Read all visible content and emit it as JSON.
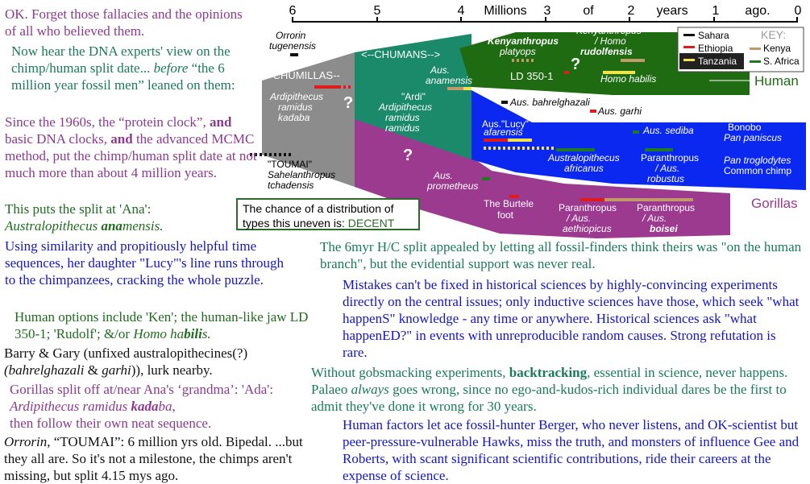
{
  "axis": {
    "ticks": [
      "6",
      "5",
      "4",
      "3",
      "2",
      "1",
      "0"
    ],
    "label_parts": [
      "Millions",
      "of",
      "years",
      "ago."
    ]
  },
  "diagram": {
    "branches": {
      "chumillas": "--CHUMILLAS--",
      "chumans": "<--CHUMANS-->",
      "human": "Human",
      "gorillas": "Gorillas"
    },
    "taxa": {
      "orrorin": [
        "Orrorin",
        "tugenensis"
      ],
      "toumai": [
        "\"TOUMAI\"",
        "Sahelanthropus",
        "tchadensis"
      ],
      "kadaba": [
        "Ardipithecus",
        "ramidus",
        "kadaba"
      ],
      "ardi": [
        "\"Ardi\"",
        "Ardipithecus",
        "ramidus",
        "ramidus"
      ],
      "anamensis": [
        "Aus.",
        "anamensis"
      ],
      "ken": [
        "Kenyanthropus",
        "platyops"
      ],
      "rudolf": [
        "Kenyanthropus",
        "/ Homo",
        "rudolfensis"
      ],
      "ld": "LD 350-1",
      "habilis": "Homo habilis",
      "bahrel": "Aus. bahrelghazali",
      "garhi": "Aus. garhi",
      "lucy": [
        "Aus.\"Lucy\"",
        "afarensis"
      ],
      "sediba": "Aus. sediba",
      "africanus": [
        "Australopithecus",
        "africanus"
      ],
      "robustus": [
        "Paranthropus",
        "/ Aus.",
        "robustus"
      ],
      "bonobo": [
        "Bonobo",
        "Pan paniscus"
      ],
      "common": [
        "Pan troglodytes",
        "Common chimp"
      ],
      "prometheus": [
        "Aus.",
        "prometheus"
      ],
      "burtele": [
        "The Burtele",
        "foot"
      ],
      "aethiopicus": [
        "Paranthropus",
        "/ Aus.",
        "aethiopicus"
      ],
      "boisei": [
        "Paranthropus",
        "/ Aus.",
        "boisei"
      ],
      "q": "?"
    },
    "key": {
      "title": "KEY:",
      "items": [
        "Sahara",
        "Ethiopia",
        "Tanzania",
        "Kenya",
        "S. Africa"
      ],
      "colors": {
        "sahara": "#111111",
        "ethiopia": "#e01b1b",
        "tanzania": "#f4e24a",
        "kenya": "#c19a6b",
        "safrica": "#1f7a1f"
      }
    },
    "colors": {
      "human": "#1f6b12",
      "chimp": "#0a28f0",
      "gorilla": "#9b3a8f",
      "chumans": "#1a8a6a",
      "chumillas": "#8c8c8c"
    }
  },
  "box": {
    "line1": "The chance of a distribution of",
    "line2": "types this uneven is:",
    "value": "DECENT"
  },
  "left": {
    "p1": "OK.  Forget those fallacies and the opinions of all who believed them.",
    "p2a": "Now hear the DNA experts' view on the chimp/human split date...",
    "p2b": "before",
    "p2c": " “the 6 million year fossil men” leaned on them:",
    "p3a": "Since the 1960s, the “protein clock”,",
    "p3b": "and",
    "p3c": " basic DNA clocks,",
    "p3d": "and",
    "p3e": " the advanced MCMC method, put the chimp/human split date at not much more than about 4 million years.",
    "p4a": "This puts the split at 'Ana':",
    "p4b": "Australopithecus",
    "p4c": "ana",
    "p4d": "mensis.",
    "p5": "Using similarity and propitiously helpful time sequences, her daughter \"Lucy\"'s line runs through to the chimpanzees, cracking the whole puzzle.",
    "p6a": "Human options include 'Ken'; the human-like jaw LD 350-1; 'Rudolf'; &/or",
    "p6b": "Homo ha",
    "p6c": "bili",
    "p6d": "s.",
    "p7a": "Barry & Gary (unfixed australopithecines(?)",
    "p7b": "(bahrelghazali",
    "p7c": " & ",
    "p7d": "garhi",
    "p7e": ")), lurk nearby.",
    "p8a": "Gorillas split off at/near Ana's ‘grandma’: 'Ada':",
    "p8b": "Ardipithecus ramidus",
    "p8c": "kada",
    "p8d": "ba,",
    "p8e": "then follow their own neat sequence.",
    "p9a": "Orrorin",
    "p9b": ", “TOUMAI”: 6 million yrs old.  Bipedal. ...but they all are.  So it's not a milestone, the chimps aren't missing, but split 4.15 mys ago."
  },
  "right": {
    "r1": "The 6myr H/C split appealed by letting all fossil-finders think theirs was \"on the human branch\", but the evidential support was never real.",
    "r2": "Mistakes can't be fixed in historical sciences by highly-convincing experiments directly on the central issues; only inductive sciences have those, which seek \"what happenS\" knowledge - any time or anywhere.  Historical sciences ask \"what happenED?\" in events with unreproducible random causes.  Strong refutation is rare.",
    "r3a": "Without gobsmacking experiments,",
    "r3b": "backtracking",
    "r3c": ", essential in science, never happens.  Palaeo",
    "r3d": "always",
    "r3e": " goes wrong, since no ego-and-kudos-rich individual dares be the first to admit they've done it wrong for 30 years.",
    "r4": "Human factors let ace fossil-hunter Berger, who never listens, and OK-scientist but peer-pressure-vulnerable Hawks, miss the truth, and monsters of influence Gee and Roberts, with scant significant scientific contributions, ride their careers at the expense of science."
  }
}
